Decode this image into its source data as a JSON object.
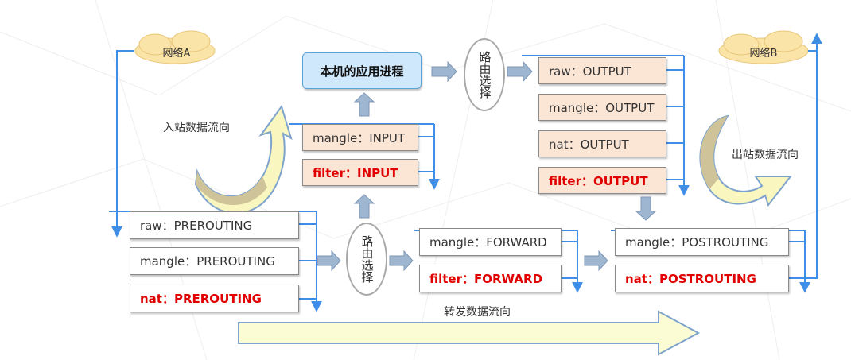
{
  "clouds": {
    "network_a": "网络A",
    "network_b": "网络B"
  },
  "app_process": "本机的应用进程",
  "routing": [
    "路由选择",
    "路由选择"
  ],
  "flow_labels": {
    "inbound": "入站数据流向",
    "outbound": "出站数据流向",
    "forward": "转发数据流向"
  },
  "prerouting": [
    {
      "label": "raw：PREROUTING",
      "highlight": false
    },
    {
      "label": "mangle：PREROUTING",
      "highlight": false
    },
    {
      "label": "nat：PREROUTING",
      "highlight": true
    }
  ],
  "input": [
    {
      "label": "mangle：INPUT",
      "highlight": false
    },
    {
      "label": "filter：INPUT",
      "highlight": true
    }
  ],
  "output": [
    {
      "label": "raw：OUTPUT",
      "highlight": false
    },
    {
      "label": "mangle：OUTPUT",
      "highlight": false
    },
    {
      "label": "nat：OUTPUT",
      "highlight": false
    },
    {
      "label": "filter：OUTPUT",
      "highlight": true
    }
  ],
  "forward": [
    {
      "label": "mangle：FORWARD",
      "highlight": false
    },
    {
      "label": "filter：FORWARD",
      "highlight": true
    }
  ],
  "postrouting": [
    {
      "label": "mangle：POSTROUTING",
      "highlight": false
    },
    {
      "label": "nat：POSTROUTING",
      "highlight": true
    }
  ],
  "colors": {
    "blue_line": "#3f8ee8",
    "chain_fill": "#fbe5d5",
    "red_text": "#e00000",
    "cloud_fill": "#fbe4a8",
    "flow_arrow": "#fbfbd0"
  }
}
